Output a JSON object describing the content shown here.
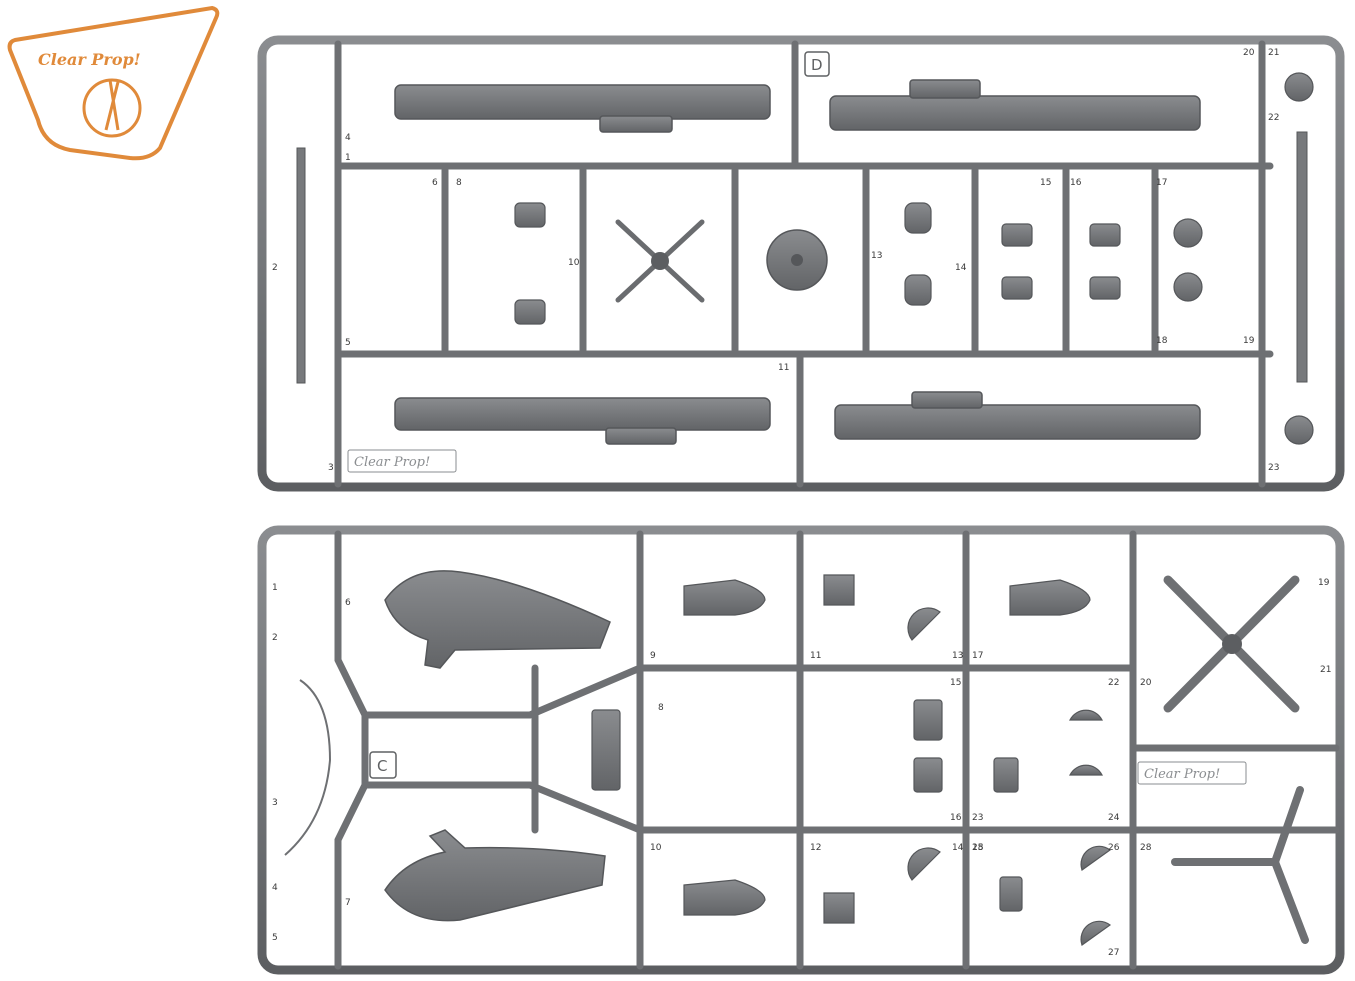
{
  "brand": {
    "name": "Clear Prop!",
    "color": "#e08a3a"
  },
  "sprues": [
    {
      "letter": "D",
      "stamp": "Clear Prop!",
      "part_numbers_left": [
        "1",
        "2",
        "3",
        "4",
        "5"
      ],
      "part_numbers_top": [
        "6",
        "8",
        "10",
        "11",
        "13",
        "14",
        "15",
        "16",
        "17",
        "18",
        "19",
        "20",
        "21",
        "22",
        "23"
      ]
    },
    {
      "letter": "C",
      "stamp": "Clear Prop!",
      "part_numbers_left": [
        "1",
        "2",
        "3",
        "4",
        "5"
      ],
      "part_numbers_right": [
        "6",
        "7",
        "8",
        "9",
        "10",
        "11",
        "12",
        "13",
        "14",
        "15",
        "16",
        "17",
        "18",
        "19",
        "20",
        "21",
        "22",
        "23",
        "24",
        "25",
        "26",
        "27",
        "28"
      ]
    }
  ],
  "colors": {
    "plastic": "#77797c",
    "plastic_dark": "#5a5c5f",
    "background": "#ffffff"
  }
}
